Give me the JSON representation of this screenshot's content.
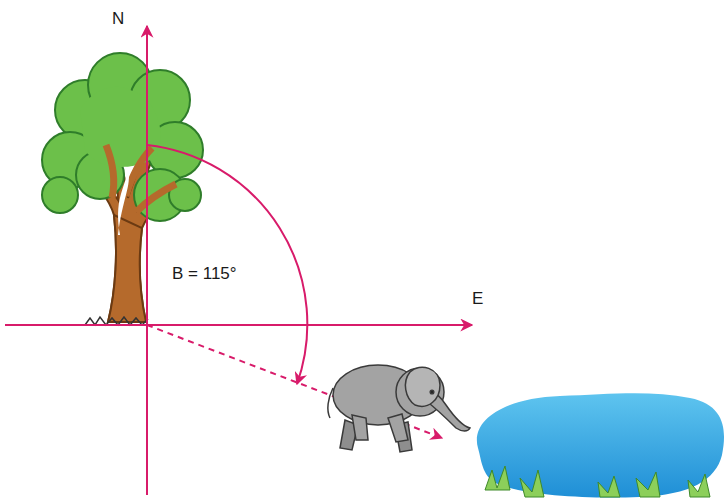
{
  "diagram": {
    "labels": [
      "N",
      "E",
      "B = 115°"
    ]
  }
}
